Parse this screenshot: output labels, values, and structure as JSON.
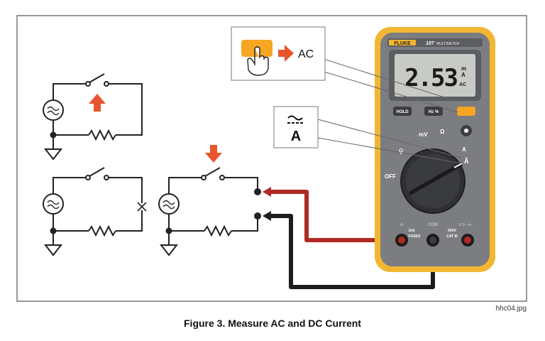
{
  "figure": {
    "caption": "Figure 3. Measure AC and DC Current",
    "file_name": "hhc04.jpg"
  },
  "callout_button": {
    "label": "AC"
  },
  "callout_dial": {
    "symbol": "Ã"
  },
  "meter": {
    "brand": "FLUKE",
    "model": "107",
    "model_text": "MULTIMETER",
    "display_value": "2.53",
    "display_unit_top": "m",
    "display_unit_mid": "A",
    "display_unit_ac": "AC",
    "buttons": {
      "hold": "HOLD",
      "hz": "Hz %"
    },
    "dial": {
      "off": "OFF",
      "v_ac": "Ṽ",
      "mv": "mV",
      "ohm": "Ω",
      "a_ac": "Ã",
      "a_dc": "A"
    },
    "jacks": {
      "a_label": "A",
      "com_label": "COM",
      "v_label": "V Ω ⊣⊢ →",
      "a_rating": "10A",
      "a_fused": "FUSED",
      "com_rating": "600V",
      "cat": "CAT III"
    }
  },
  "colors": {
    "accent_orange": "#f5a623",
    "arrow_red": "#e8542e",
    "meter_yellow": "#f2b632",
    "meter_gray": "#7b7d80",
    "lead_red": "#c0302a",
    "lead_black": "#1c1c1c",
    "screen": "#c8cac6"
  },
  "icons": [
    "pointing-hand-icon",
    "right-arrow-icon",
    "up-arrow-icon",
    "down-arrow-icon",
    "ac-source-icon",
    "ground-icon",
    "resistor-icon",
    "switch-icon",
    "backlight-sun-icon"
  ]
}
